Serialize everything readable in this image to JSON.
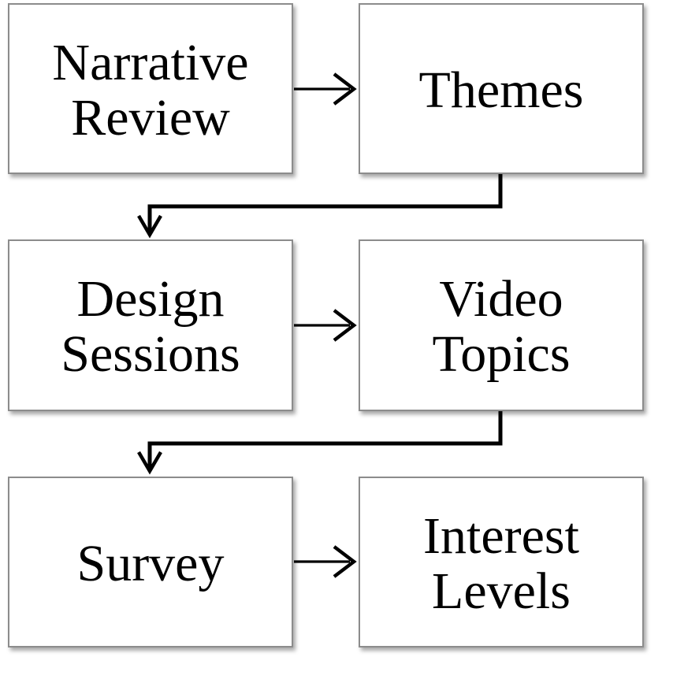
{
  "diagram": {
    "type": "flowchart",
    "nodes": [
      {
        "id": "narrative-review",
        "label": "Narrative\nReview"
      },
      {
        "id": "themes",
        "label": "Themes"
      },
      {
        "id": "design-sessions",
        "label": "Design\nSessions"
      },
      {
        "id": "video-topics",
        "label": "Video\nTopics"
      },
      {
        "id": "survey",
        "label": "Survey"
      },
      {
        "id": "interest-levels",
        "label": "Interest\nLevels"
      }
    ],
    "edges": [
      {
        "from": "narrative-review",
        "to": "themes",
        "shape": "straight-right"
      },
      {
        "from": "themes",
        "to": "design-sessions",
        "shape": "elbow-down-left-down"
      },
      {
        "from": "design-sessions",
        "to": "video-topics",
        "shape": "straight-right"
      },
      {
        "from": "video-topics",
        "to": "survey",
        "shape": "elbow-down-left-down"
      },
      {
        "from": "survey",
        "to": "interest-levels",
        "shape": "straight-right"
      }
    ],
    "colors": {
      "background": "#ffffff",
      "node_fill": "#ffffff",
      "node_border": "#8c8c8c",
      "arrow": "#000000",
      "text": "#000000"
    }
  }
}
